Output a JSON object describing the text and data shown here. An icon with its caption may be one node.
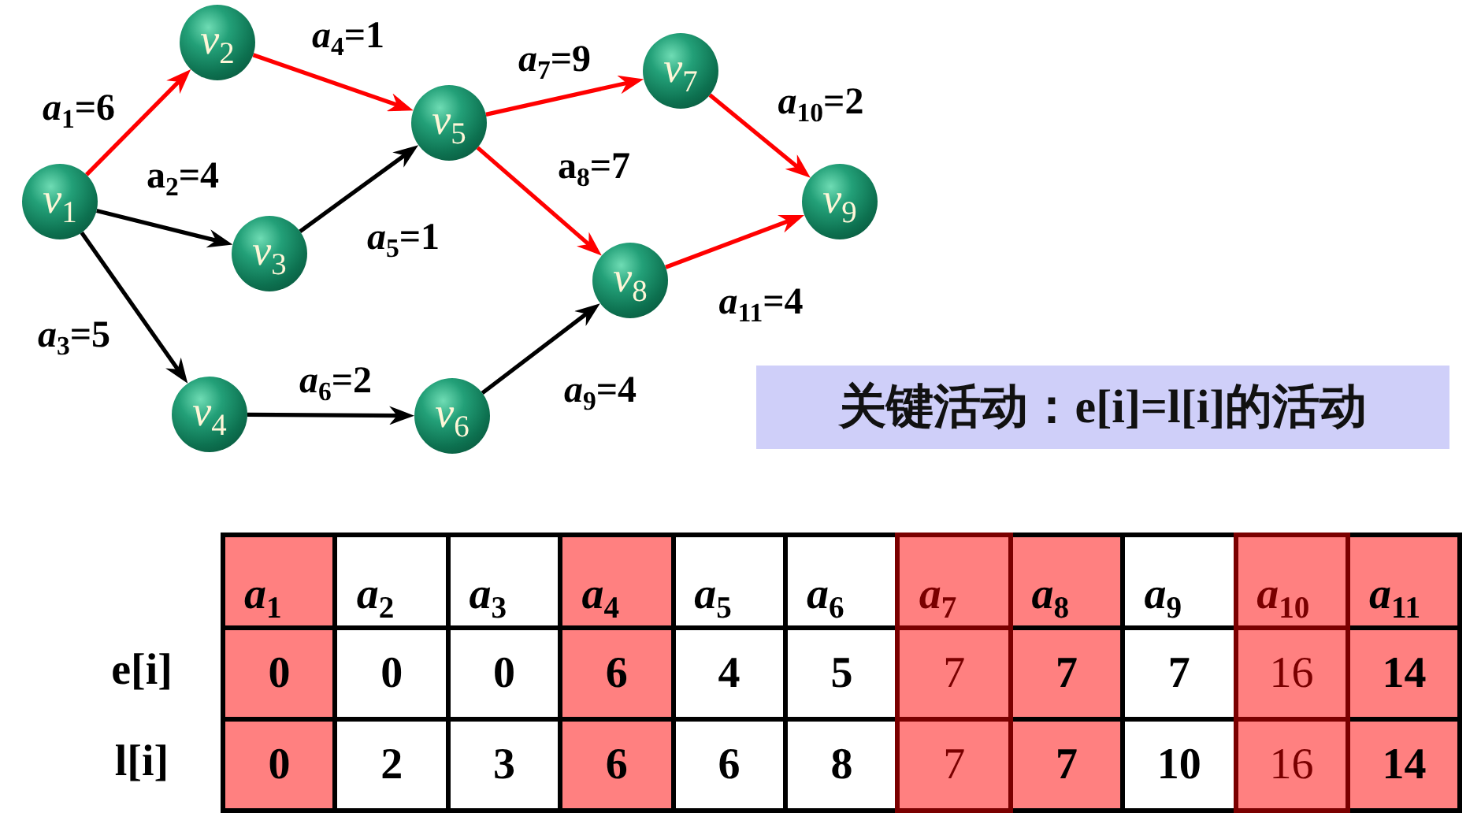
{
  "diagram": {
    "nodes": [
      {
        "text": [
          "v$_{1}$"
        ]
      },
      {
        "text": [
          "v$_{2}$"
        ]
      },
      {
        "text": [
          "v$_{3}$"
        ]
      },
      {
        "text": [
          "v$_{4}$"
        ]
      },
      {
        "text": [
          "v$_{5}$"
        ]
      },
      {
        "text": [
          "v$_{6}$"
        ]
      },
      {
        "text": [
          "v$_{7}$"
        ]
      },
      {
        "text": [
          "v$_{8}$"
        ]
      },
      {
        "text": [
          "v$_{9}$"
        ]
      },
      {
        "text": [
          "关键活动：e[i]=l[i]的活动"
        ]
      }
    ],
    "edges": [
      {
        "from": 0,
        "to": 1,
        "arrow": "to",
        "label": "*a*$_{1}$=6"
      },
      {
        "from": 0,
        "to": 2,
        "arrow": "to",
        "label": "a$_{2}$=4",
        "color": "#000000"
      },
      {
        "from": 0,
        "to": 3,
        "arrow": "to",
        "label": "*a*$_{3}$=5",
        "color": "#000000"
      },
      {
        "from": 1,
        "to": 4,
        "arrow": "to",
        "label": "*a*$_{4}$=1"
      },
      {
        "from": 2,
        "to": 4,
        "arrow": "to",
        "label": "*a*$_{5}$=1",
        "color": "#000000"
      },
      {
        "from": 3,
        "to": 5,
        "arrow": "to",
        "label": "*a*$_{6}$=2",
        "color": "#000000"
      },
      {
        "from": 4,
        "to": 6,
        "arrow": "to",
        "label": "*a*$_{7}$=9"
      },
      {
        "from": 4,
        "to": 7,
        "arrow": "to",
        "label": "a$_{8}$=7"
      },
      {
        "from": 5,
        "to": 7,
        "arrow": "to",
        "label": "*a*$_{9}$=4",
        "color": "#000000"
      },
      {
        "from": 6,
        "to": 8,
        "arrow": "to",
        "label": "*a*$_{10}$=2"
      },
      {
        "from": 7,
        "to": 8,
        "arrow": "to",
        "label": "*a*$_{11}$=4"
      }
    ],
    "labels": [
      "*a*$_{1}$",
      "*a*$_{2}$",
      "*a*$_{3}$",
      "*a*$_{4}$",
      "*a*$_{5}$",
      "*a*$_{6}$",
      "*a*$_{7}$",
      "*a*$_{8}$",
      "*a*$_{9}$",
      "*a*$_{10}$",
      "*a*$_{11}$",
      "e[i]",
      "0",
      "0",
      "0",
      "6",
      "4",
      "5",
      "7",
      "7",
      "7",
      "16",
      "14",
      "l[i]",
      "0",
      "2",
      "3",
      "6",
      "6",
      "8",
      "7",
      "7",
      "10",
      "16",
      "14"
    ]
  }
}
